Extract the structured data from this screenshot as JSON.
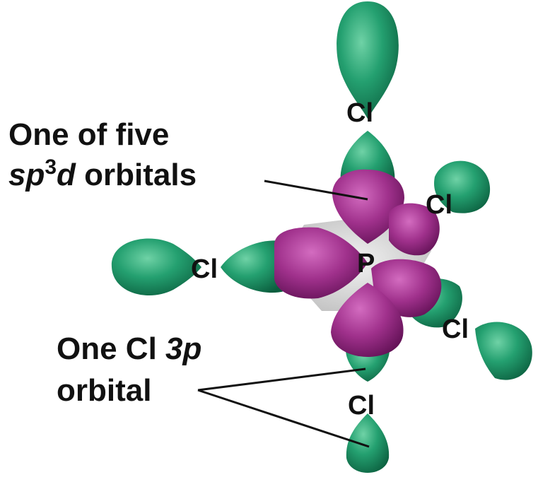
{
  "labels": {
    "sp3d_line1": "One of five",
    "sp3d_line2_sp": "sp",
    "sp3d_line2_sup": "3",
    "sp3d_line2_d": "d",
    "sp3d_line2_rest": " orbitals",
    "cl3p_line1_a": "One Cl ",
    "cl3p_line1_b": "3p",
    "cl3p_line2": "orbital"
  },
  "atoms": {
    "center": "P",
    "cl_top": "Cl",
    "cl_upper_right": "Cl",
    "cl_left": "Cl",
    "cl_lower_right": "Cl",
    "cl_bottom": "Cl"
  },
  "colors": {
    "cl_orbital": "#1f9468",
    "hybrid_orbital": "#a0318c",
    "core_shadow": "#9c9c9c"
  }
}
